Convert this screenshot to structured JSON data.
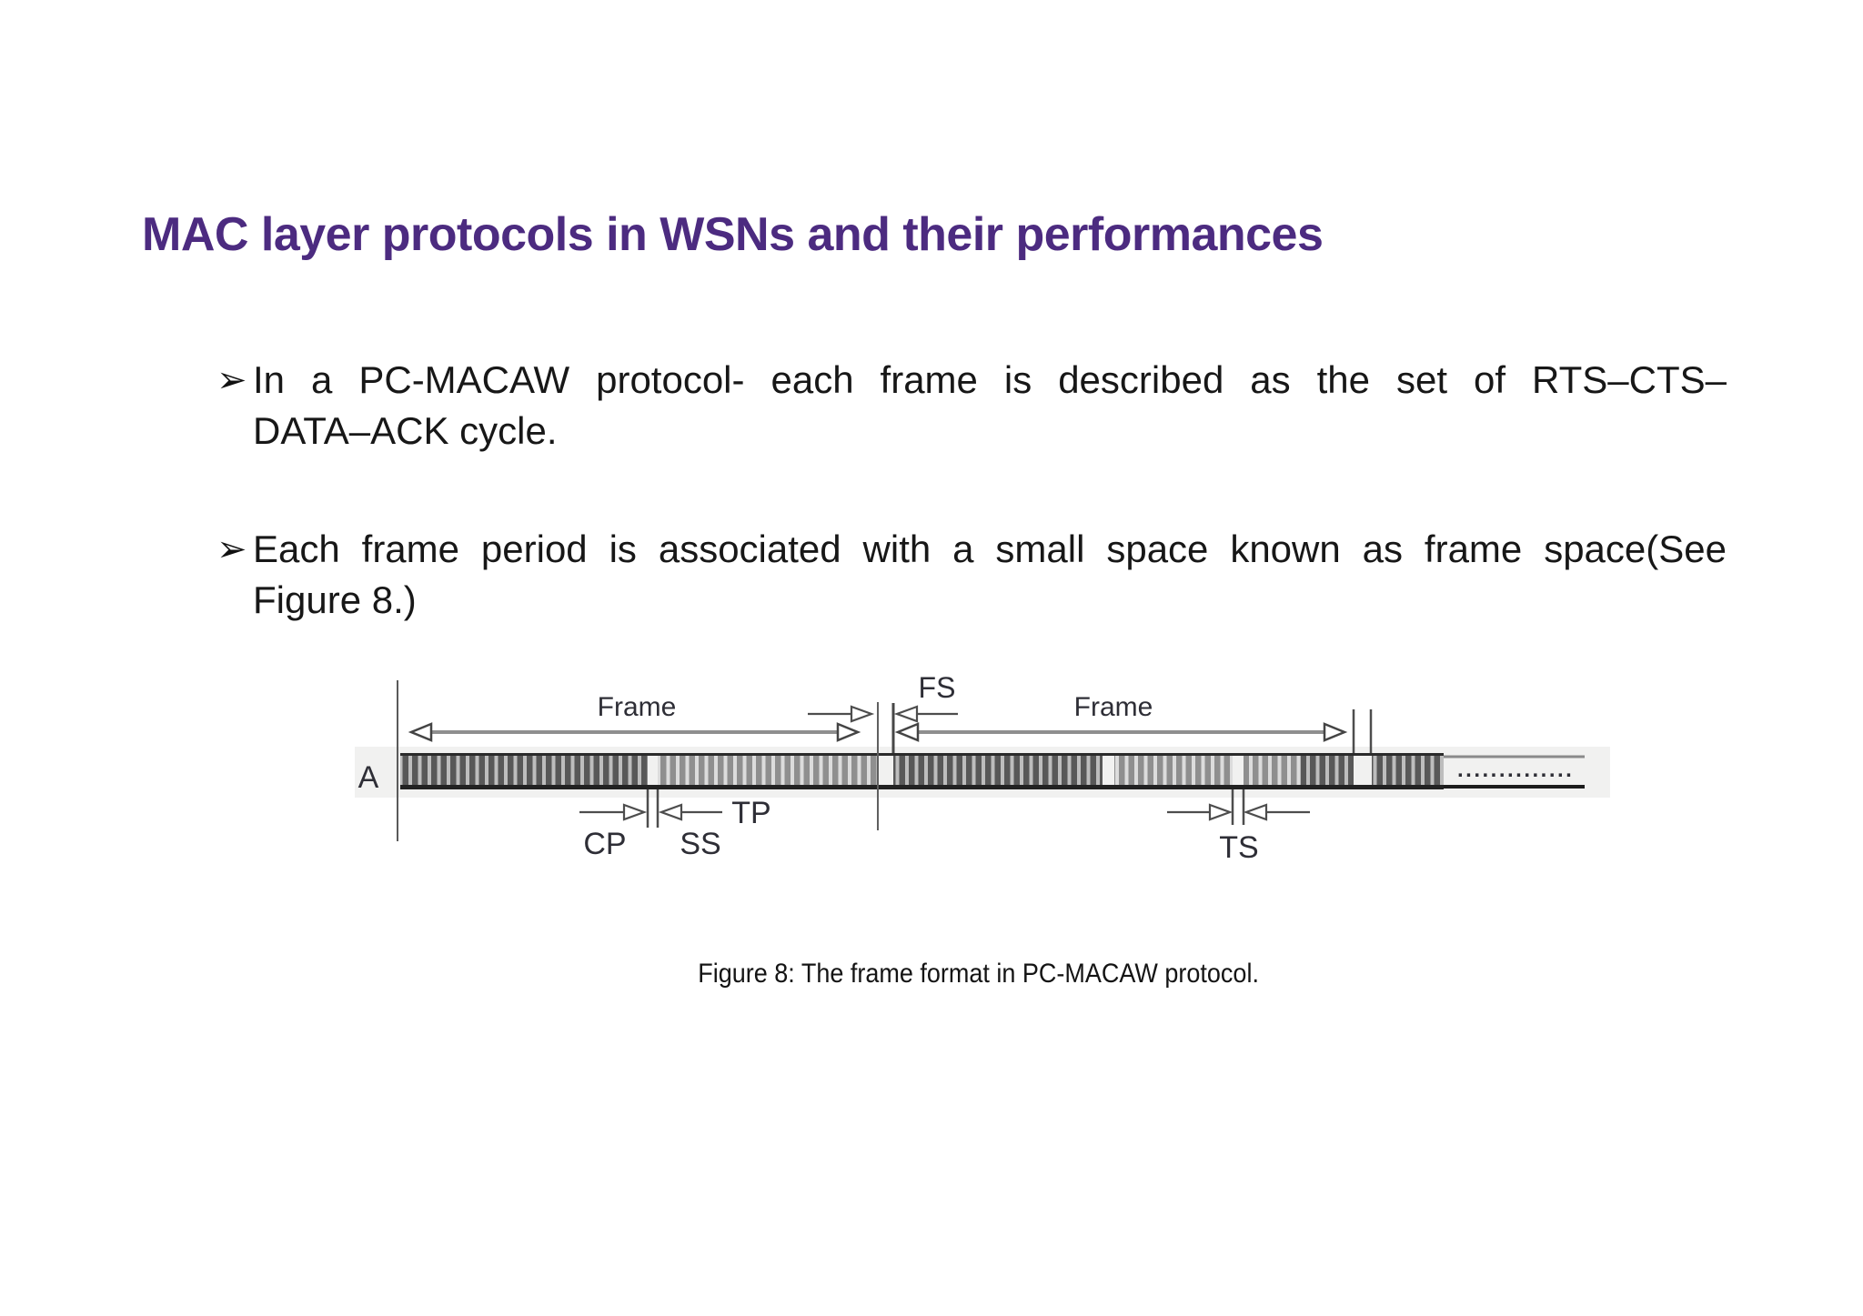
{
  "slide": {
    "title": "MAC layer protocols in WSNs and their performances",
    "bullet_marker": "➢",
    "bullets": [
      {
        "lines": [
          "In a PC-MACAW protocol- each frame is described as the set of RTS–CTS–",
          "DATA–ACK cycle."
        ]
      },
      {
        "lines": [
          "Each frame period is associated with a small space known as frame space(See",
          "Figure 8.)"
        ]
      }
    ],
    "caption": "Figure 8: The frame format in PC-MACAW protocol."
  },
  "figure": {
    "node_label": "A",
    "frame_left_label": "Frame",
    "frame_right_label": "Frame",
    "frame_space_label": "FS",
    "contention_period_label": "CP",
    "slot_space_label": "SS",
    "transmission_period_label": "TP",
    "time_slot_label": "TS",
    "continuation_dots": ".............."
  },
  "colors": {
    "title_accent": "#4c2b80",
    "body_text": "#171717",
    "figure_label": "#2e2e36",
    "bar_dark_stripe": "#585858",
    "bar_light_stripe": "#8f8f8f",
    "arrow_line": "#8f8f8f"
  }
}
